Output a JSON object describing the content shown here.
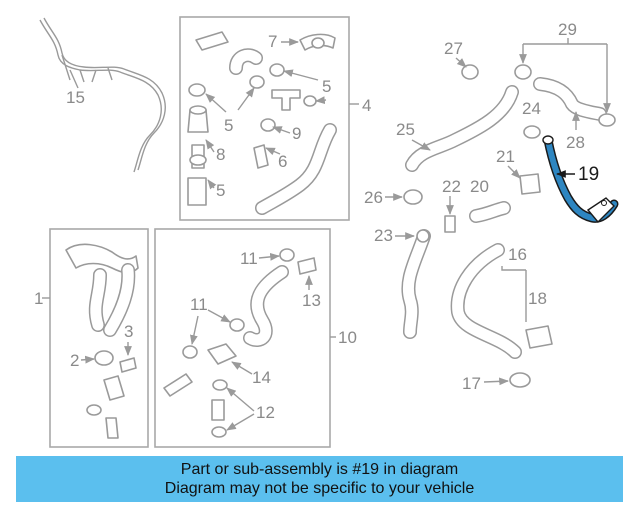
{
  "callouts": {
    "c1": "1",
    "c2": "2",
    "c3": "3",
    "c4": "4",
    "c5a": "5",
    "c5b": "5",
    "c5c": "5",
    "c6": "6",
    "c7": "7",
    "c8": "8",
    "c9": "9",
    "c10": "10",
    "c11a": "11",
    "c11b": "11",
    "c12": "12",
    "c13": "13",
    "c14": "14",
    "c15": "15",
    "c16": "16",
    "c17": "17",
    "c18": "18",
    "c19": "19",
    "c20": "20",
    "c21": "21",
    "c22": "22",
    "c23": "23",
    "c24": "24",
    "c25": "25",
    "c26": "26",
    "c27": "27",
    "c28": "28",
    "c29": "29"
  },
  "highlight_color": "#2e86c1",
  "banner": {
    "line1": "Part or sub-assembly is #19 in diagram",
    "line2": "Diagram may not be specific to your vehicle",
    "color": "#5bbfee"
  }
}
